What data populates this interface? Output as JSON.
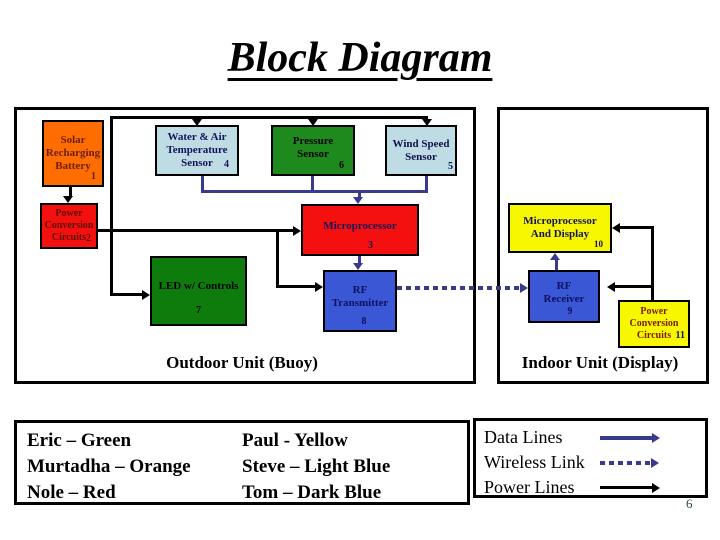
{
  "title": "Block Diagram",
  "outdoor": {
    "label": "Outdoor Unit (Buoy)",
    "blocks": {
      "battery": {
        "label": "Solar\nRecharging\nBattery",
        "num": "1"
      },
      "pcc": {
        "label": "Power\nConversion\nCircuits",
        "num": "2"
      },
      "water_air": {
        "label": "Water & Air\nTemperature\nSensor",
        "num": "4"
      },
      "pressure": {
        "label": "Pressure\nSensor",
        "num": "6"
      },
      "wind": {
        "label": "Wind Speed\nSensor",
        "num": "5"
      },
      "micro": {
        "label": "Microprocessor",
        "num": "3"
      },
      "led": {
        "label": "LED w/ Controls",
        "num": "7"
      },
      "rf_tx": {
        "label": "RF\nTransmitter",
        "num": "8"
      }
    }
  },
  "indoor": {
    "label": "Indoor Unit (Display)",
    "blocks": {
      "micro_display": {
        "label": "Microprocessor\nAnd Display",
        "num": "10"
      },
      "rf_rx": {
        "label": "RF\nReceiver",
        "num": "9"
      },
      "pcc2": {
        "label": "Power\nConversion\nCircuits",
        "num": "11"
      }
    }
  },
  "team_legend": {
    "left": [
      "Eric – Green",
      "Murtadha – Orange",
      "Nole – Red"
    ],
    "right": [
      "Paul - Yellow",
      "Steve – Light Blue",
      "Tom – Dark Blue"
    ]
  },
  "line_legend": {
    "items": [
      {
        "label": "Data Lines",
        "style": "solid-navy"
      },
      {
        "label": "Wireless Link",
        "style": "dotted-navy"
      },
      {
        "label": "Power Lines",
        "style": "solid-black"
      }
    ]
  },
  "page_number": "6",
  "colors": {
    "orange": "#FF6D00",
    "red": "#F51010",
    "light_blue": "#BFDCE5",
    "green_sensor": "#1E8A1E",
    "green_led": "#0D7C0D",
    "blue": "#3A57D6",
    "yellow": "#F7F700",
    "navy_line": "#3A3A8C",
    "power_line": "#000000"
  }
}
